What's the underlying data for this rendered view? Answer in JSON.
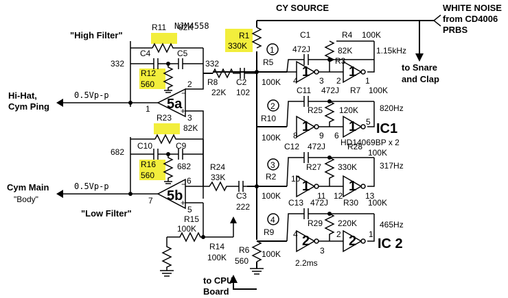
{
  "title": "CY SOURCE",
  "noise_source": {
    "line1": "WHITE NOISE",
    "line2": "from CD4006",
    "line3": "PRBS"
  },
  "snare": {
    "line1": "to Snare",
    "line2": "and Clap"
  },
  "cpu": {
    "line1": "to CPU",
    "line2": "Board"
  },
  "opamp_part": "NJM4558",
  "filters": {
    "high": "\"High Filter\"",
    "low": "\"Low Filter\""
  },
  "outputs": {
    "hihat_1": "Hi-Hat,",
    "hihat_2": "Cym Ping",
    "hihat_level": "0.5Vp-p",
    "main_1": "Cym Main",
    "main_2": "\"Body\"",
    "main_level": "0.5Vp-p"
  },
  "opamps": {
    "a": "5a",
    "b": "5b"
  },
  "ic_labels": {
    "ic1": "IC1",
    "ic1_part": "HD14069BP x 2",
    "ic2": "IC 2"
  },
  "time_constant": "2.2ms",
  "components": {
    "R1_name": "R1",
    "R1_val": "330K",
    "R11_name": "R11",
    "R11_val": "82K",
    "R12_name": "R12",
    "R12_val": "560",
    "R23_name": "R23",
    "R23_val": "82K",
    "R16_name": "R16",
    "R16_val": "560",
    "C4": "C4",
    "C5": "C5",
    "cap_332a": "332",
    "cap_332b": "332",
    "C10": "C10",
    "C9": "C9",
    "cap_682a": "682",
    "cap_682b": "682",
    "R8_name": "R8",
    "R8_val": "22K",
    "C2_name": "C2",
    "C2_val": "102",
    "R24_name": "R24",
    "R24_val": "33K",
    "C3_name": "C3",
    "C3_val": "222",
    "R15_name": "R15",
    "R15_val": "100K",
    "R14_name": "R14",
    "R14_val": "100K",
    "R6_name": "R6",
    "R6_val": "560",
    "C1_name": "C1",
    "C1_val": "472J",
    "R4_name": "R4",
    "R4_val": "100K",
    "R5_name": "R5",
    "R5_val": "100K",
    "R3_name": "R3",
    "R3_val": "82K",
    "C11_name": "C11",
    "C11_val": "472J",
    "R7_name": "R7",
    "R7_val": "100K",
    "R10_name": "R10",
    "R10_val": "100K",
    "R25_name": "R25",
    "R25_val": "120K",
    "C12_name": "C12",
    "C12_val": "472J",
    "R28_name": "R28",
    "R28_val": "100K",
    "R2_name": "R2",
    "R2_val": "100K",
    "R27_name": "R27",
    "R27_val": "330K",
    "C13_name": "C13",
    "C13_val": "472J",
    "R30_name": "R30",
    "R30_val": "100K",
    "R9_name": "R9",
    "R9_val": "100K",
    "R29_name": "R29",
    "R29_val": "220K"
  },
  "frequencies": {
    "f1": "1.15kHz",
    "f2": "820Hz",
    "f3": "317Hz",
    "f4": "465Hz"
  },
  "stage_numbers": {
    "s1": "1",
    "s2": "2",
    "s3": "3",
    "s4": "4"
  },
  "pins": {
    "p1a": "1",
    "p2a": "2",
    "p3a": "3",
    "p7b": "7",
    "p6b": "6",
    "p5b": "5",
    "g1_in": "4",
    "g1_out": "3",
    "g2_in": "2",
    "g2_out": "1",
    "g3_in": "8",
    "g3_out": "9",
    "g4_in": "6",
    "g4_out": "5",
    "g5_in": "10",
    "g5_out": "11",
    "g6_in": "12",
    "g6_out": "13",
    "g7_in": "4",
    "g7_out": "3",
    "g8_in": "2",
    "g8_out": "1"
  },
  "gate_numbers": {
    "g1": "1",
    "g2": "1",
    "g3": "1",
    "g4": "1",
    "g5": "1",
    "g6": "1",
    "g7": "2",
    "g8": "2"
  }
}
